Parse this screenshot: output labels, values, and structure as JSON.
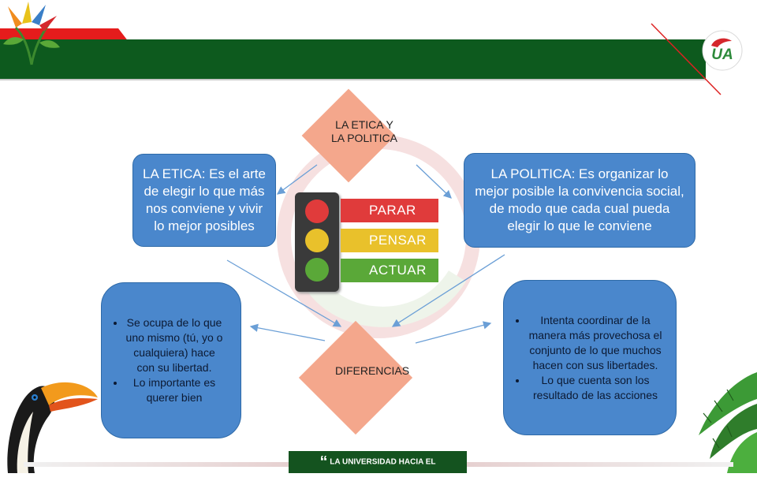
{
  "title_diamond": {
    "text_line1": "LA ETICA Y",
    "text_line2": "LA POLITICA"
  },
  "left_box": {
    "text": "LA ETICA: Es el arte de elegir lo que más nos conviene y vivir lo mejor posibles"
  },
  "right_box": {
    "text": "LA POLITICA: Es organizar lo mejor posible la convivencia social, de modo que cada cual pueda elegir lo que le conviene"
  },
  "traffic_light": {
    "labels": [
      "PARAR",
      "PENSAR",
      "ACTUAR"
    ],
    "colors": [
      "#e03b3b",
      "#e9c12b",
      "#5aa838"
    ]
  },
  "bottom_diamond": {
    "text": "DIFERENCIAS"
  },
  "bottom_left_box": {
    "items": [
      "Se ocupa de lo que uno mismo (tú, yo o cualquiera) hace con su libertad.",
      "Lo importante es querer bien"
    ]
  },
  "bottom_right_box": {
    "items": [
      "Intenta coordinar de la manera más provechosa el conjunto de lo que muchos hacen con sus libertades.",
      "Lo que cuenta son los resultado de las acciones"
    ]
  },
  "footer": {
    "text": "LA UNIVERSIDAD HACIA EL POSCONFLICTO"
  },
  "logo": {
    "text": "UA"
  },
  "colors": {
    "banner_green": "#0d5a1e",
    "banner_red": "#e51c1c",
    "box_blue": "#4a87cc",
    "diamond_salmon": "#f4a78c"
  }
}
